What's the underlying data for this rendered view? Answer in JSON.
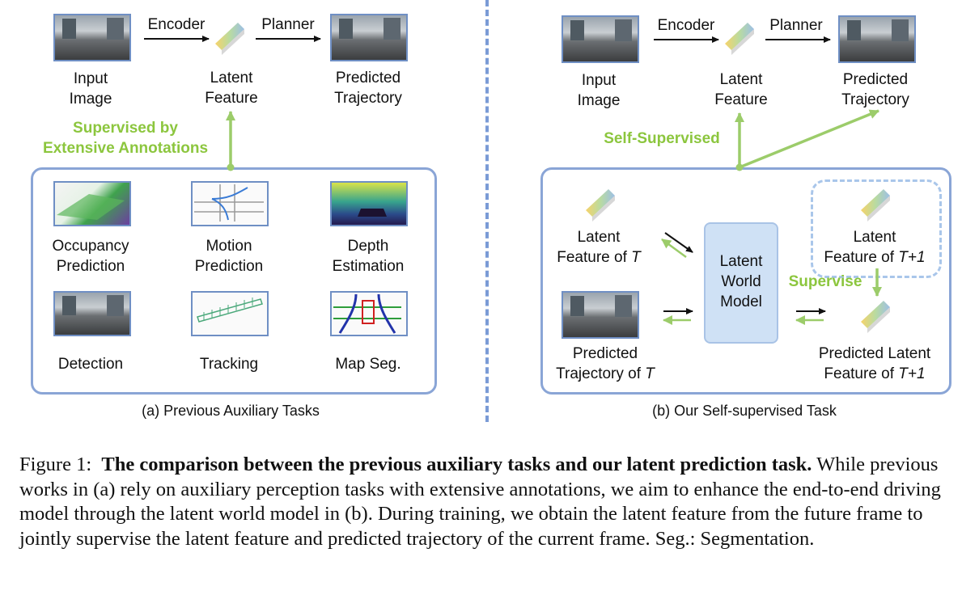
{
  "panel_a": {
    "encoder": "Encoder",
    "planner": "Planner",
    "input_image": [
      "Input",
      "Image"
    ],
    "latent_feature": [
      "Latent",
      "Feature"
    ],
    "predicted_trajectory": [
      "Predicted",
      "Trajectory"
    ],
    "supervised_by": [
      "Supervised by",
      "Extensive Annotations"
    ],
    "tasks": [
      [
        "Occupancy",
        "Prediction"
      ],
      [
        "Motion",
        "Prediction"
      ],
      [
        "Depth",
        "Estimation"
      ],
      [
        "Detection"
      ],
      [
        "Tracking"
      ],
      [
        "Map Seg."
      ]
    ],
    "subcaption": "(a) Previous Auxiliary Tasks"
  },
  "panel_b": {
    "encoder": "Encoder",
    "planner": "Planner",
    "input_image": [
      "Input",
      "Image"
    ],
    "latent_feature": [
      "Latent",
      "Feature"
    ],
    "predicted_trajectory": [
      "Predicted",
      "Trajectory"
    ],
    "self_supervised": "Self-Supervised",
    "latent_t": [
      "Latent",
      "Feature of ",
      "T"
    ],
    "pred_traj_t": [
      "Predicted",
      "Trajectory of ",
      "T"
    ],
    "world_model": [
      "Latent",
      "World",
      "Model"
    ],
    "latent_t1": [
      "Latent",
      "Feature of ",
      "T+1"
    ],
    "supervise": "Supervise",
    "pred_latent_t1": [
      "Predicted Latent",
      "Feature of ",
      "T+1"
    ],
    "subcaption": "(b) Our Self-supervised Task"
  },
  "caption": {
    "prefix": "Figure 1:",
    "bold": "The comparison between the previous auxiliary tasks and our latent prediction task.",
    "body": "While previous works in (a) rely on auxiliary perception tasks with extensive annotations, we aim to enhance the end-to-end driving model through the latent world model in (b). During training, we obtain the latent feature from the future frame to jointly supervise the latent feature and predicted trajectory of the current frame. Seg.: Segmentation."
  },
  "colors": {
    "green": "#8cc63e",
    "blue_border": "#8aa5d6",
    "world_model_fill": "#cfe1f5"
  }
}
